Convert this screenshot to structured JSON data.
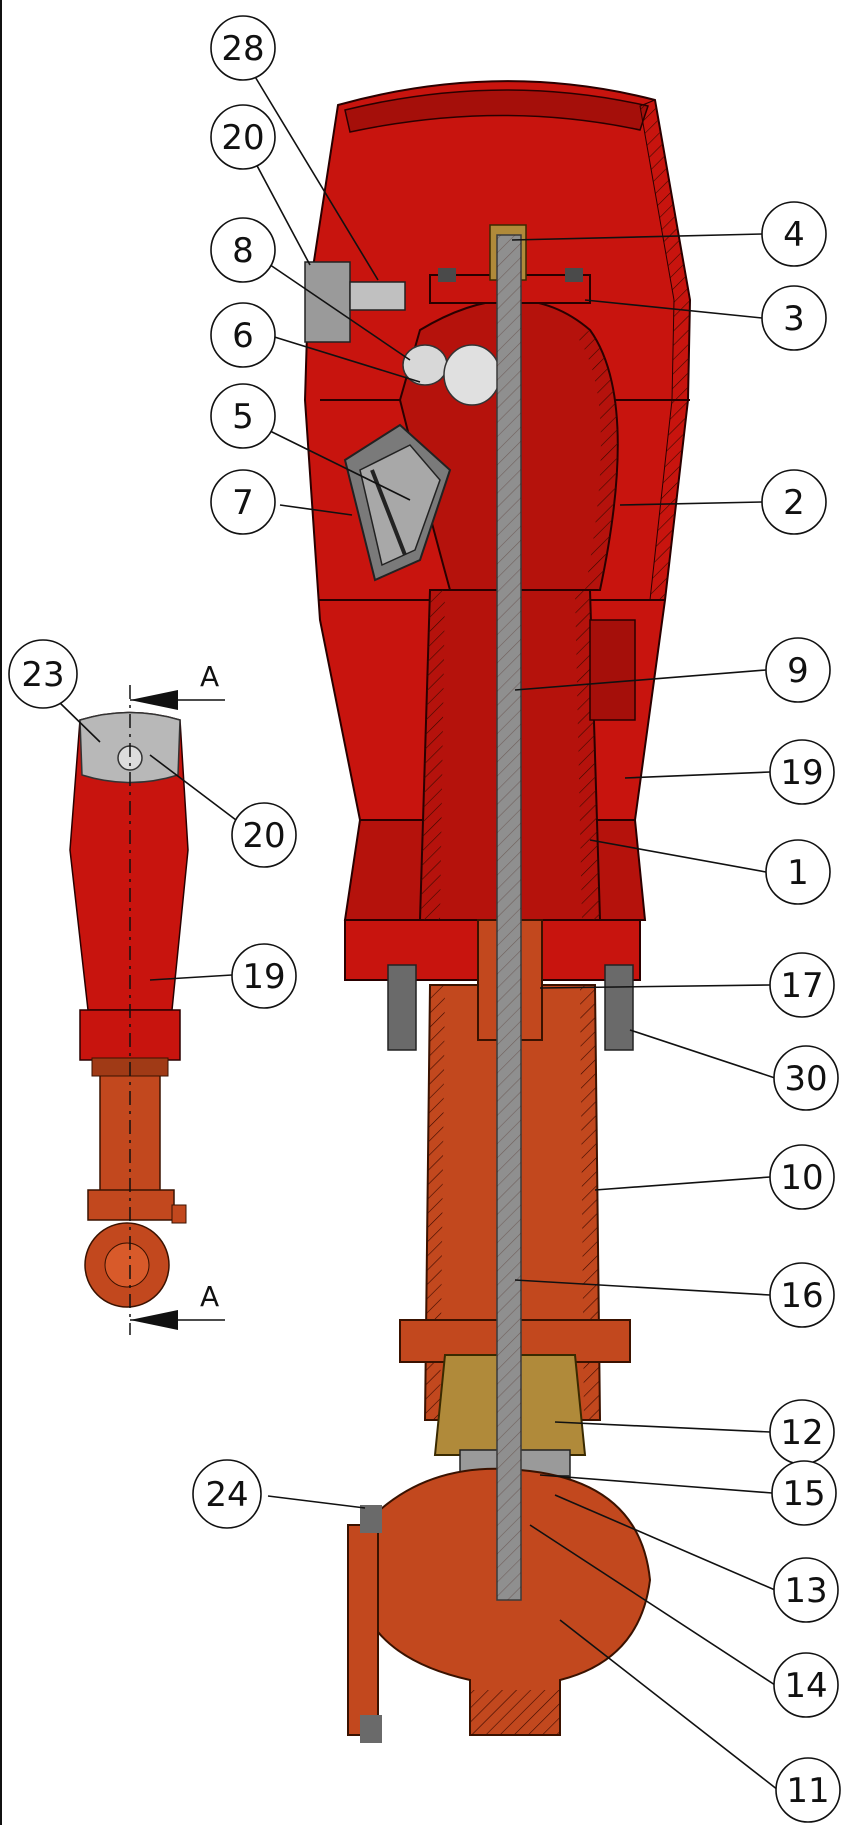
{
  "section_label": "A",
  "balloons": [
    {
      "id": "b28",
      "label": "28"
    },
    {
      "id": "b20a",
      "label": "20"
    },
    {
      "id": "b8",
      "label": "8"
    },
    {
      "id": "b6",
      "label": "6"
    },
    {
      "id": "b5",
      "label": "5"
    },
    {
      "id": "b7",
      "label": "7"
    },
    {
      "id": "b4",
      "label": "4"
    },
    {
      "id": "b3",
      "label": "3"
    },
    {
      "id": "b2",
      "label": "2"
    },
    {
      "id": "b9",
      "label": "9"
    },
    {
      "id": "b19a",
      "label": "19"
    },
    {
      "id": "b1",
      "label": "1"
    },
    {
      "id": "b17",
      "label": "17"
    },
    {
      "id": "b30",
      "label": "30"
    },
    {
      "id": "b10",
      "label": "10"
    },
    {
      "id": "b16",
      "label": "16"
    },
    {
      "id": "b12",
      "label": "12"
    },
    {
      "id": "b15",
      "label": "15"
    },
    {
      "id": "b13",
      "label": "13"
    },
    {
      "id": "b14",
      "label": "14"
    },
    {
      "id": "b11",
      "label": "11"
    },
    {
      "id": "b24",
      "label": "24"
    },
    {
      "id": "b23",
      "label": "23"
    },
    {
      "id": "b20b",
      "label": "20"
    },
    {
      "id": "b19b",
      "label": "19"
    }
  ],
  "colors": {
    "red_body": "#c8140e",
    "red_dark": "#8e0a06",
    "orange_body": "#c2481e",
    "orange_dark": "#8a2e10",
    "steel": "#8f8f8f",
    "steel_dark": "#4a4a4a",
    "brass": "#b08a3a",
    "line": "#111111"
  }
}
